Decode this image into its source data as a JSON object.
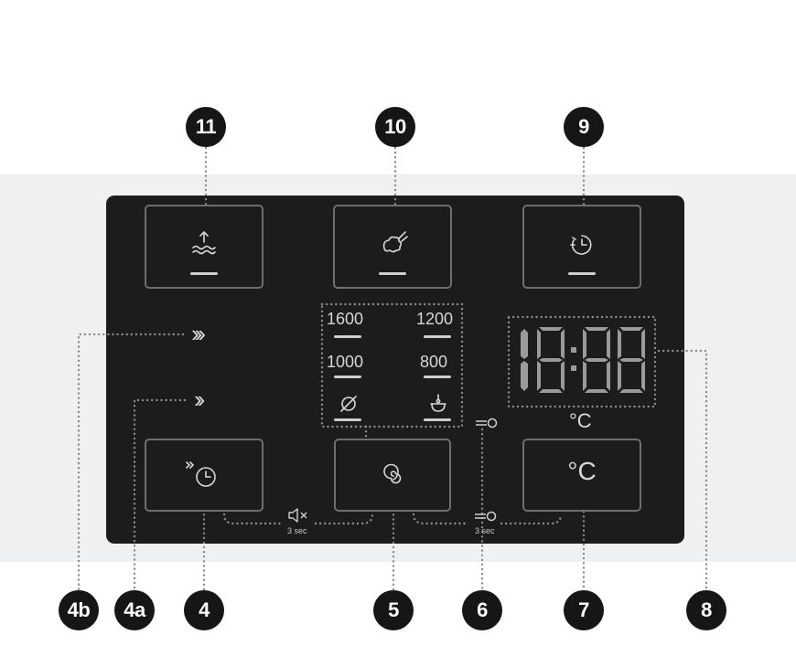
{
  "callouts": {
    "b11": "11",
    "b10": "10",
    "b9": "9",
    "b4b": "4b",
    "b4a": "4a",
    "b4": "4",
    "b5": "5",
    "b6": "6",
    "b7": "7",
    "b8": "8"
  },
  "speeds": {
    "s1600": "1600",
    "s1200": "1200",
    "s1000": "1000",
    "s800": "800"
  },
  "arrows": {
    "triple": "›››",
    "double": "››"
  },
  "display": {
    "time": "18:88",
    "unit": "°C"
  },
  "temp_button_label": "°C",
  "combos": {
    "mute_time": "3 sec",
    "lock_time": "3 sec"
  },
  "icons": {
    "rinse_hold": "water-level-up-icon",
    "stain": "stain-icon",
    "delay_timer": "timer-icon",
    "end_time": "fast-timer-icon",
    "spin": "spin-spiral-icon",
    "no_spin": "no-spin-icon",
    "drain": "drain-icon",
    "mute": "mute-icon",
    "child_lock": "key-lock-icon"
  },
  "colors": {
    "panel": "#1c1c1c",
    "band": "#eff0f2",
    "badge": "#161616",
    "dots": "#8a8a8a"
  }
}
